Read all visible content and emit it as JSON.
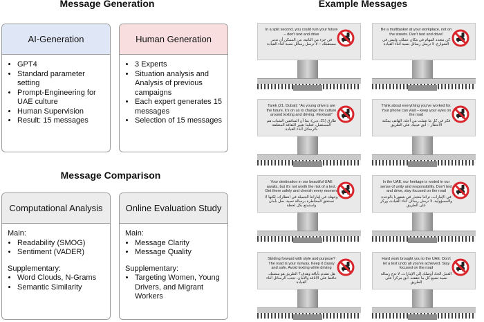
{
  "headings": {
    "generation": "Message Generation",
    "examples": "Example Messages",
    "comparison": "Message Comparison"
  },
  "colors": {
    "ai_header": "#dfe6f6",
    "human_header": "#f8dede",
    "grey_header": "#ececec",
    "sign_red": "#d9262c"
  },
  "ai_card": {
    "title": "AI-Generation",
    "items": [
      "GPT4",
      "Standard parameter setting",
      "Prompt-Engineering for UAE culture",
      "Human Supervision",
      "Result: 15 messages"
    ]
  },
  "human_card": {
    "title": "Human Generation",
    "items": [
      "3 Experts",
      "Situation analysis and Analysis of previous campaigns",
      "Each expert generates 15 messages",
      "Selection of 15 messages"
    ]
  },
  "comp_card": {
    "title": "Computational Analysis",
    "main_label": "Main:",
    "main_items": [
      "Readability (SMOG)",
      "Sentiment (VADER)"
    ],
    "supp_label": "Supplementary:",
    "supp_items": [
      "Word Clouds, N-Grams",
      "Semantic Similarity"
    ]
  },
  "online_card": {
    "title": "Online Evaluation Study",
    "main_label": "Main:",
    "main_items": [
      "Message Clarity",
      "Message Quality"
    ],
    "supp_label": "Supplementary:",
    "supp_items": [
      "Targeting Women, Young Drivers, and Migrant Workers"
    ]
  },
  "billboards": [
    {
      "en": "In a split second, you could ruin your future – don't text and drive",
      "ar": "في جزء من الثانية، من الممكن أن تدمر مستقبلك – لا ترسل رسائل نصية أثناء القيادة"
    },
    {
      "en": "Be a multitasker at your workplace, not on the streets. Don't text and drive!",
      "ar": "كن متعدد المهام في مكان عملك، وليس في الشوارع. لا ترسل رسائل نصية أثناء القيادة"
    },
    {
      "en": "Tarek (21, Dubai): \"As young drivers are the future, it's on us to change the culture around texting and driving. #textwait\"",
      "ar": "طارق (21، دبي): بما أن السائقين الشباب هم المستقبل، فعلينا تغيير الثقافة المتعلقة بالرسائل أثناء القيادة"
    },
    {
      "en": "Think about everything you've worked for. Your phone can wait – keep your eyes on the road",
      "ar": "فكر في كل ما عملت من أجله. الهاتف يمكنه الانتظار – أبق عينيك على الطريق"
    },
    {
      "en": "Your destination in our beautiful UAE awaits, but it's not worth the risk of a text. Get there safely and cherish every moment",
      "ar": "وجهتك في إماراتنا الجميلة في انتظارك، لكنها لا تستحق المخاطرة برسالة نصية. صل بأمان واستمتع بكل لحظة"
    },
    {
      "en": "In the UAE, our heritage is rooted in our sense of unity and responsibility. Don't text and drive, stay focused on the road",
      "ar": "في الإمارات، تراثنا متجذر في شعورنا بالوحدة والمسؤولية. لا ترسل رسائل أثناء القيادة، وركز على الطريق"
    },
    {
      "en": "Striding forward with style and purpose? The road is your runway. Keep it classy and safe. Avoid texting while driving",
      "ar": "هل تتقدم بأناقة وهدف؟ الطريق هو منصتك. حافظ على الأناقة والأمان. تجنب الرسائل أثناء القيادة"
    },
    {
      "en": "Hard work brought you to the UAE. Don't let a text undo all you've achieved. Stay focused on the road",
      "ar": "العمل الجاد أوصلك إلى الإمارات. لا تدع رسالة نصية تضيع كل ما حققته. ابق مركزاً على الطريق"
    }
  ]
}
